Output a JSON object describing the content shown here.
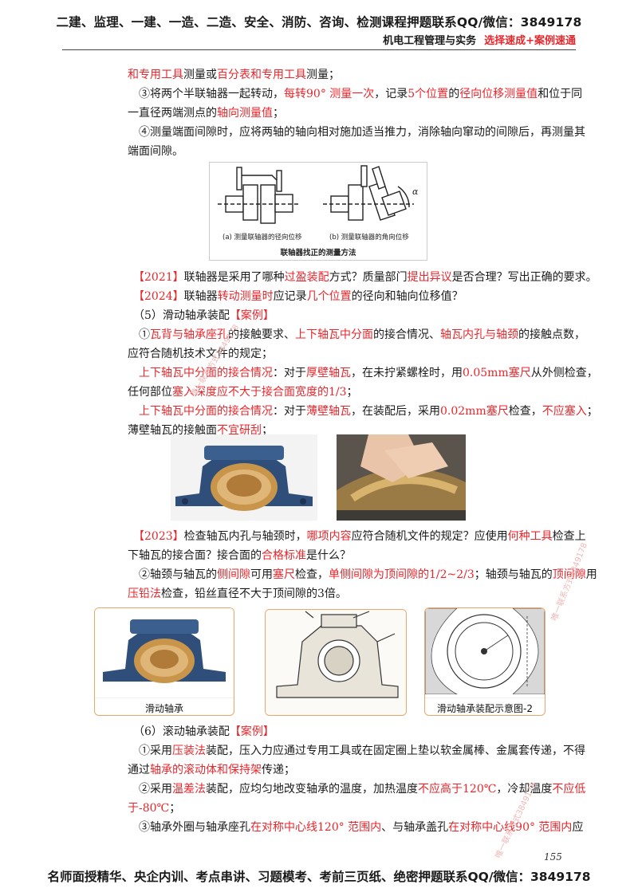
{
  "header": {
    "top_line": "二建、监理、一建、一造、二造、安全、消防、咨询、检测课程押题联系QQ/微信：3849178",
    "book": "机电工程管理与实务",
    "tag": "选择速成+案例速通"
  },
  "body_lines": [
    [
      {
        "t": "和专用工具",
        "c": "r"
      },
      {
        "t": "测量或"
      },
      {
        "t": "百分表和专用工具",
        "c": "r"
      },
      {
        "t": "测量；"
      }
    ],
    [
      {
        "t": "　③将两个半联轴器一起转动，"
      },
      {
        "t": "每转90°  测量一次",
        "c": "r"
      },
      {
        "t": "，记录"
      },
      {
        "t": "5个位置",
        "c": "r"
      },
      {
        "t": "的"
      },
      {
        "t": "径向位移测量值",
        "c": "r"
      },
      {
        "t": "和位于同"
      }
    ],
    [
      {
        "t": "一直径两端测点的"
      },
      {
        "t": "轴向测量值",
        "c": "r"
      },
      {
        "t": "；"
      }
    ],
    [
      {
        "t": "　④测量端面间隙时，应将两轴的轴向相对施加适当推力，消除轴向窜动的间隙后，再测量其"
      }
    ],
    [
      {
        "t": "端面间隙。"
      }
    ]
  ],
  "figure1": {
    "cap_a": "(a) 测量联轴器的径向位移",
    "cap_b": "(b) 测量联轴器的角向位移",
    "title": "联轴器找正的测量方法",
    "alpha": "α"
  },
  "mid_lines": [
    [
      {
        "t": "　【2021】",
        "c": "r"
      },
      {
        "t": "联轴器是采用了哪种"
      },
      {
        "t": "过盈装配",
        "c": "r"
      },
      {
        "t": "方式？质量部门"
      },
      {
        "t": "提出异议",
        "c": "r"
      },
      {
        "t": "是否合理？写出正确的要求。"
      }
    ],
    [
      {
        "t": "　【2024】",
        "c": "r"
      },
      {
        "t": "联轴器"
      },
      {
        "t": "转动测量时",
        "c": "r"
      },
      {
        "t": "应记录"
      },
      {
        "t": "几个位置",
        "c": "r"
      },
      {
        "t": "的径向和轴向位移值？"
      }
    ],
    [
      {
        "t": "　（5）滑动轴承装配"
      },
      {
        "t": "【案例】",
        "c": "r"
      }
    ],
    [
      {
        "t": "　①"
      },
      {
        "t": "瓦背与轴承座孔",
        "c": "r"
      },
      {
        "t": "的接触要求、"
      },
      {
        "t": "上下轴瓦中分面",
        "c": "r"
      },
      {
        "t": "的接合情况、"
      },
      {
        "t": "轴瓦内孔与轴颈",
        "c": "r"
      },
      {
        "t": "的接触点数，"
      }
    ],
    [
      {
        "t": "应符合随机技术文件的规定；"
      }
    ],
    [
      {
        "t": "　上下轴瓦中分面的接合情况",
        "c": "r"
      },
      {
        "t": "：对于"
      },
      {
        "t": "厚壁轴瓦",
        "c": "r"
      },
      {
        "t": "，在未拧紧螺栓时，用"
      },
      {
        "t": "0.05mm塞尺",
        "c": "r"
      },
      {
        "t": "从外侧检查，"
      }
    ],
    [
      {
        "t": "任何部位"
      },
      {
        "t": "塞入深度应不大于接合面宽度的1/3",
        "c": "r"
      },
      {
        "t": "；"
      }
    ],
    [
      {
        "t": "　上下轴瓦中分面的接合情况",
        "c": "r"
      },
      {
        "t": "：对于"
      },
      {
        "t": "薄壁轴瓦",
        "c": "r"
      },
      {
        "t": "，在装配后，采用"
      },
      {
        "t": "0.02mm塞尺",
        "c": "r"
      },
      {
        "t": "检查，"
      },
      {
        "t": "不应塞入",
        "c": "r"
      },
      {
        "t": "；"
      }
    ],
    [
      {
        "t": "薄壁轴瓦的接触面"
      },
      {
        "t": "不宜研刮",
        "c": "r"
      },
      {
        "t": "；"
      }
    ]
  ],
  "lower_lines": [
    [
      {
        "t": "　【2023】",
        "c": "r"
      },
      {
        "t": "检查轴瓦内孔与轴颈时，"
      },
      {
        "t": "哪项内容",
        "c": "r"
      },
      {
        "t": "应符合随机文件的规定？应使用"
      },
      {
        "t": "何种工具",
        "c": "r"
      },
      {
        "t": "检查上"
      }
    ],
    [
      {
        "t": "下轴瓦的接合面？接合面的"
      },
      {
        "t": "合格标准",
        "c": "r"
      },
      {
        "t": "是什么？"
      }
    ],
    [
      {
        "t": "　②轴颈与轴瓦的"
      },
      {
        "t": "侧间隙",
        "c": "r"
      },
      {
        "t": "可用"
      },
      {
        "t": "塞尺",
        "c": "r"
      },
      {
        "t": "检查，"
      },
      {
        "t": "单侧间隙为顶间隙的1/2~2/3",
        "c": "r"
      },
      {
        "t": "；轴颈与轴瓦的"
      },
      {
        "t": "顶间隙",
        "c": "r"
      },
      {
        "t": "用"
      }
    ],
    [
      {
        "t": "压铅法",
        "c": "r"
      },
      {
        "t": "检查，铅丝直径不大于顶间隙的3倍。"
      }
    ]
  ],
  "figure3": {
    "cap_left": "滑动轴承",
    "cap_right": "滑动轴承装配示意图-2"
  },
  "bottom_lines": [
    [
      {
        "t": "　（6）滚动轴承装配"
      },
      {
        "t": "【案例】",
        "c": "r"
      }
    ],
    [
      {
        "t": "　①采用"
      },
      {
        "t": "压装法",
        "c": "r"
      },
      {
        "t": "装配，压入力应通过专用工具或在固定圈上垫以软金属棒、金属套传递，不得"
      }
    ],
    [
      {
        "t": "通过"
      },
      {
        "t": "轴承的滚动体和保持架",
        "c": "r"
      },
      {
        "t": "传递；"
      }
    ],
    [
      {
        "t": "　②采用"
      },
      {
        "t": "温差法",
        "c": "r"
      },
      {
        "t": "装配，应均匀地改变轴承的温度，加热温度"
      },
      {
        "t": "不应高于120℃",
        "c": "r"
      },
      {
        "t": "，冷却温度"
      },
      {
        "t": "不应低",
        "c": "r"
      }
    ],
    [
      {
        "t": "于-80℃",
        "c": "r"
      },
      {
        "t": "；"
      }
    ],
    [
      {
        "t": "　③轴承外圈与轴承座孔"
      },
      {
        "t": "在对称中心线120°  范围内",
        "c": "r"
      },
      {
        "t": "、与轴承盖孔"
      },
      {
        "t": "在对称中心线90°  范围内",
        "c": "r"
      },
      {
        "t": "应"
      }
    ]
  ],
  "page_number": "155",
  "footer": "名师面授精华、央企内训、考点串讲、习题模考、考前三页纸、绝密押题联系QQ/微信：3849178",
  "watermark": "唯一联系方式3849178",
  "colors": {
    "accent_red": "#e8262b",
    "bearing_blue": "#2f4f7a",
    "bronze": "#c8954a",
    "frame": "#e9a76a"
  }
}
